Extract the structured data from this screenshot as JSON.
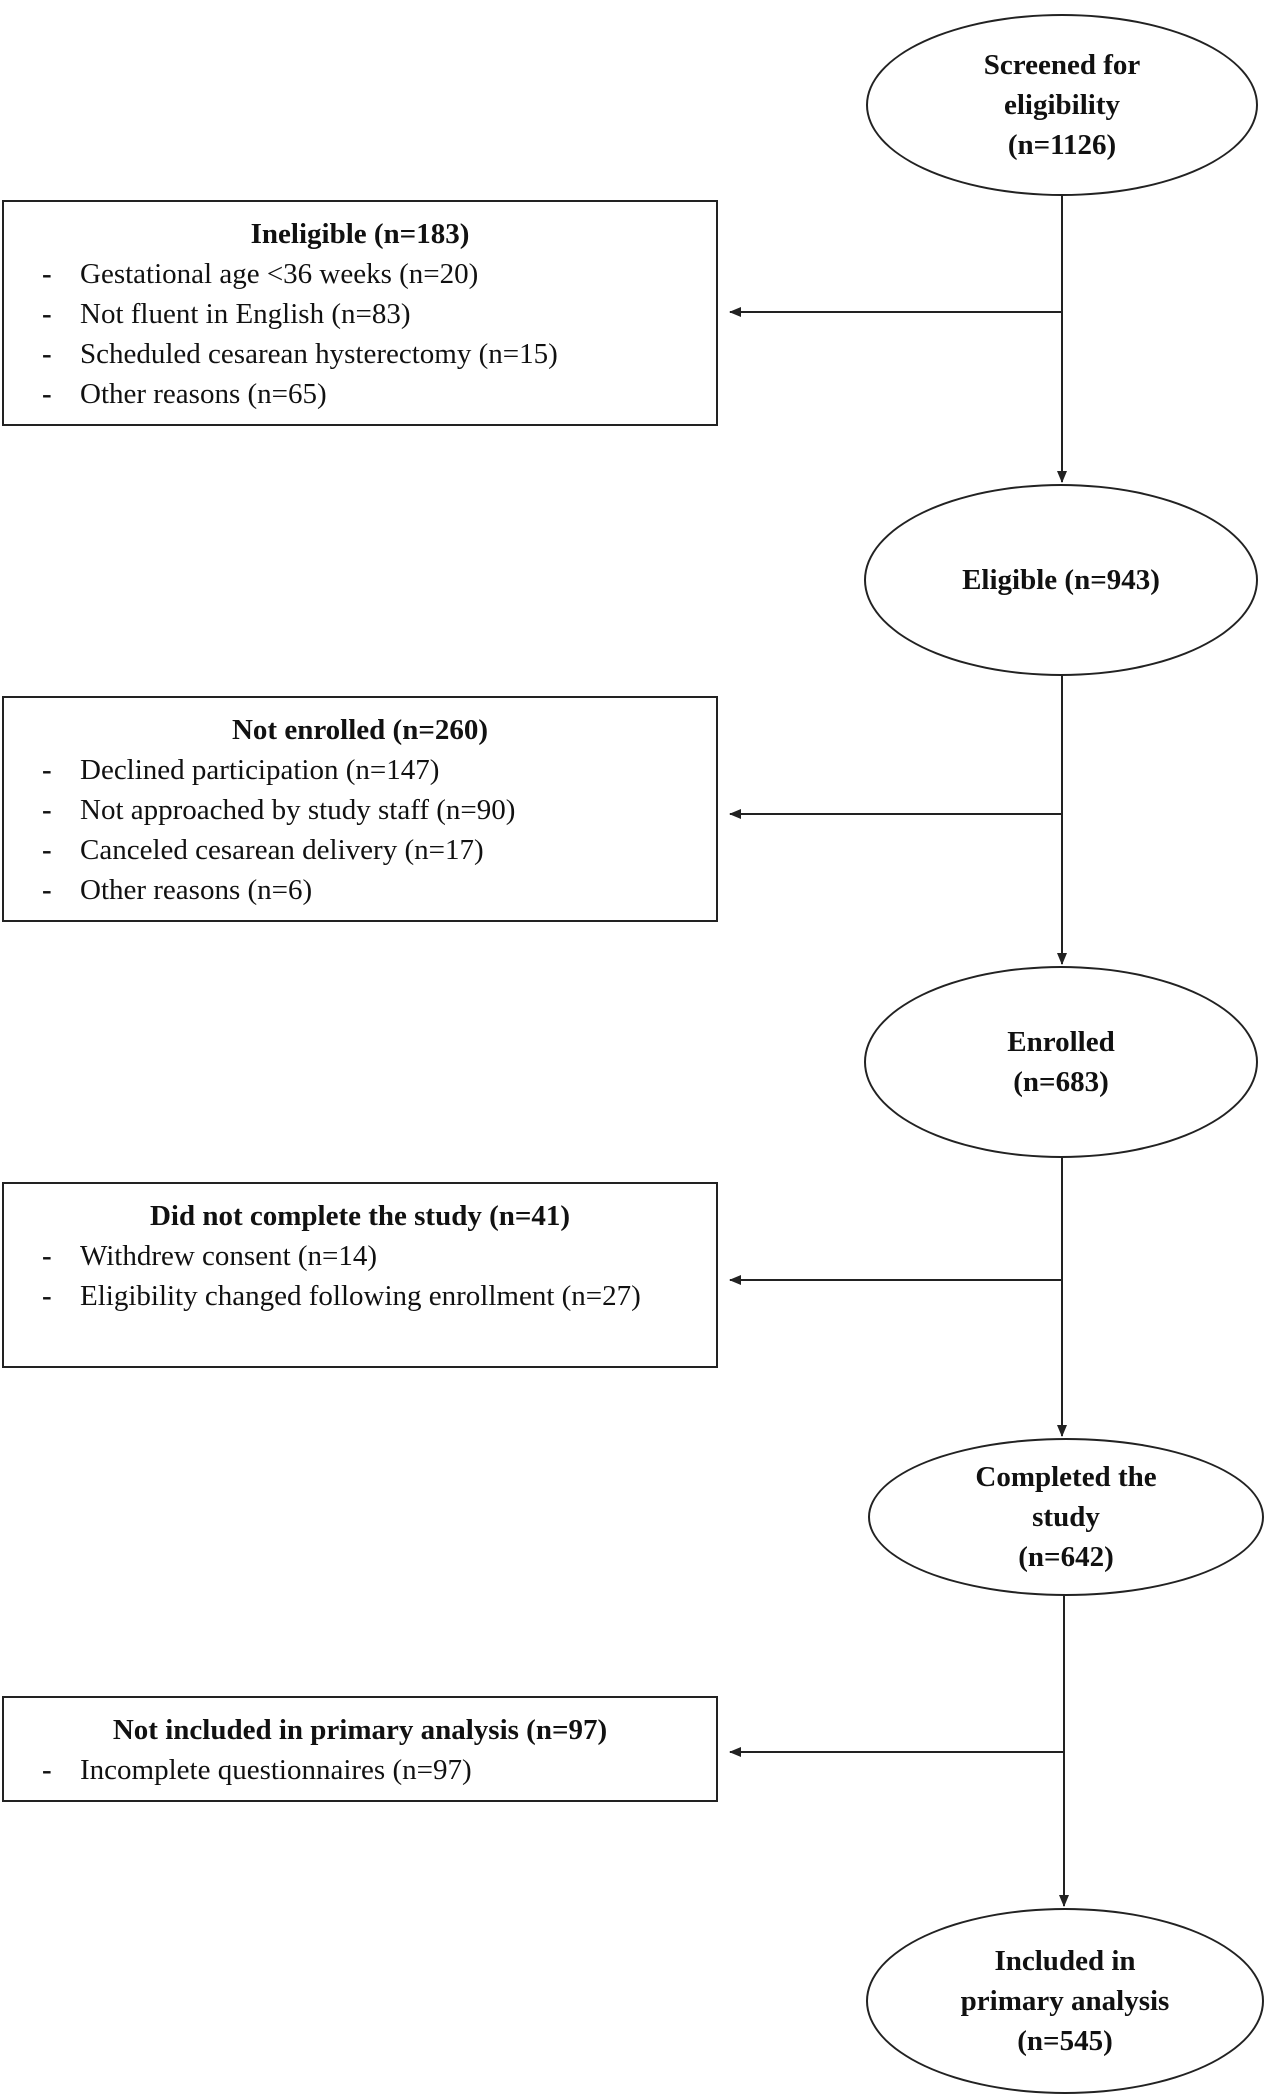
{
  "nodes": {
    "screened": [
      "Screened for",
      "eligibility",
      "(n=1126)"
    ],
    "eligible": [
      "Eligible (n=943)"
    ],
    "enrolled": [
      "Enrolled",
      "(n=683)"
    ],
    "completed": [
      "Completed the",
      "study",
      "(n=642)"
    ],
    "included": [
      "Included in",
      "primary analysis",
      "(n=545)"
    ]
  },
  "exclusions": {
    "ineligible": {
      "title": "Ineligible (n=183)",
      "items": [
        "Gestational age <36 weeks (n=20)",
        "Not fluent in English (n=83)",
        "Scheduled cesarean hysterectomy (n=15)",
        "Other reasons (n=65)"
      ]
    },
    "not_enrolled": {
      "title": "Not enrolled (n=260)",
      "items": [
        "Declined participation (n=147)",
        "Not approached by study staff (n=90)",
        "Canceled cesarean delivery (n=17)",
        "Other reasons (n=6)"
      ]
    },
    "did_not_complete": {
      "title": "Did not complete the study (n=41)",
      "items": [
        "Withdrew consent (n=14)",
        "Eligibility changed following enrollment (n=27)"
      ]
    },
    "not_included": {
      "title": "Not included in primary analysis (n=97)",
      "items": [
        "Incomplete questionnaires (n=97)"
      ]
    }
  },
  "bullet": "-"
}
